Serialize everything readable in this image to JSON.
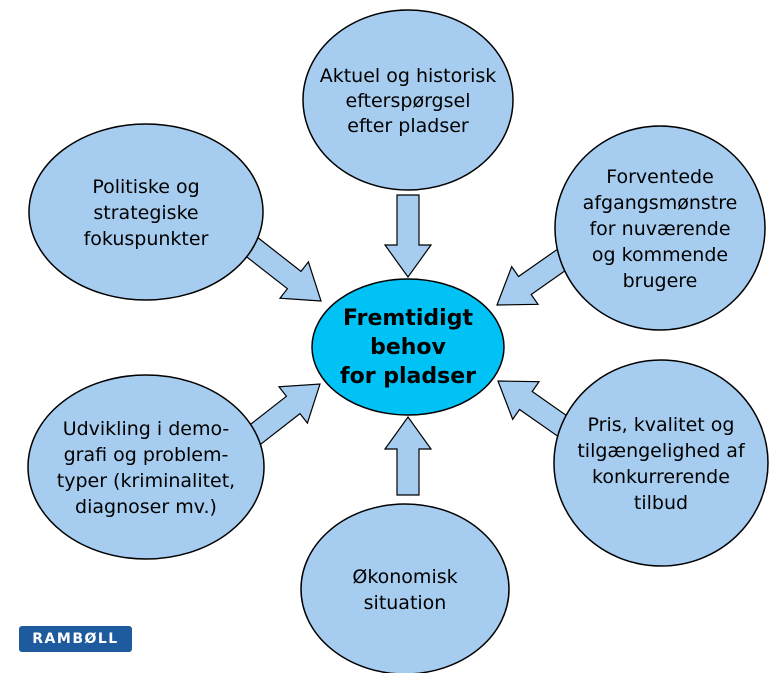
{
  "colors": {
    "node_fill": "#a6cdef",
    "center_fill": "#00c2f5",
    "arrow_fill": "#a6cdef",
    "outline": "#000000",
    "logo_bg": "#1e5a9e"
  },
  "center": {
    "lines": [
      "Fremtidigt",
      "behov",
      "for pladser"
    ]
  },
  "nodes": [
    {
      "id": "top",
      "lines": [
        "Aktuel og historisk",
        "efterspørgsel",
        "efter pladser"
      ]
    },
    {
      "id": "upper-left",
      "lines": [
        "Politiske og",
        "strategiske",
        "fokuspunkter"
      ]
    },
    {
      "id": "upper-right",
      "lines": [
        "Forventede",
        "afgangsmønstre",
        "for nuværende",
        "og kommende",
        "brugere"
      ]
    },
    {
      "id": "lower-left",
      "lines": [
        "Udvikling i demo-",
        "grafi og problem-",
        "typer (kriminalitet,",
        "diagnoser mv.)"
      ]
    },
    {
      "id": "lower-right",
      "lines": [
        "Pris, kvalitet og",
        "tilgængelighed af",
        "konkurrerende",
        "tilbud"
      ]
    },
    {
      "id": "bottom",
      "lines": [
        "Økonomisk",
        "situation"
      ]
    }
  ],
  "logo": {
    "text": "RAMBØLL"
  }
}
